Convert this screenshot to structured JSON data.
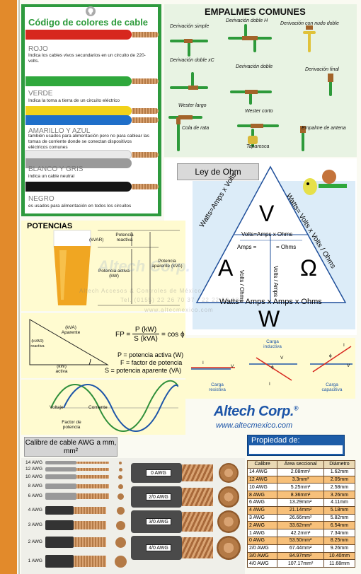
{
  "cable_colors": {
    "title": "Código de colores de cable",
    "items": [
      {
        "tag": "ROJO",
        "desc": "Indica los cables vivos secundarios en un circuito de 220-volts.",
        "color": "#d7271e"
      },
      {
        "tag": "VERDE",
        "desc": "Indica la toma a tierra de un circuito eléctrico",
        "color": "#2fa83c"
      },
      {
        "tag": "AMARILLO Y AZUL",
        "desc": "también usados para alimentación pero no para cablear las tomas de corriente donde se conectan dispositivos eléctricos comunes",
        "color": "#f2d21a",
        "color2": "#1f6fc9"
      },
      {
        "tag": "BLANCO Y GRIS",
        "desc": "indica un cable neutral",
        "color": "#e9e9e9",
        "color2": "#9a9a9a"
      },
      {
        "tag": "NEGRO",
        "desc": "es usados para alimentación en todos los circuitos",
        "color": "#151515"
      }
    ]
  },
  "empalmes": {
    "title": "EMPALMES COMUNES",
    "labels": [
      "Derivación simple",
      "Derivación doble H",
      "Derivación con nudo doble",
      "Derivación doble xC",
      "Derivación doble",
      "Derivación final",
      "Wester largo",
      "Wester corto",
      "Cola de rata",
      "Empalme de antena",
      "Taparosca"
    ]
  },
  "ohm": {
    "button": "Ley de Ohm",
    "V": "V",
    "A": "A",
    "Omega": "Ω",
    "W": "W",
    "volts_eq": "Volts=Amps x Ohms",
    "amps_eq": "Amps =",
    "ohms_eq": "= Ohms",
    "volts_ohms": "Volts / Ohms",
    "volts_amps": "Volts / Amps",
    "left_side": "Watts=Amps x Volts",
    "right_side": "Watts= Volts x Volts / Ohms",
    "bottom": "Watts= Amps x Amps x Ohms"
  },
  "potencias": {
    "title": "POTENCIAS",
    "kvar": "(kVAR)",
    "reactiva": "Potencia reactiva",
    "activa": "Potencia activa (kW)",
    "aparente": "Potencia aparente (kVA)"
  },
  "fp": {
    "kva": "(kVA) Aparente",
    "kvar": "(kVAR) reactiva",
    "kw": "(kW) activa",
    "fp_label": "FP =",
    "fp_num": "P (kW)",
    "fp_den": "S (kVA)",
    "fp_tail": "= cos ϕ",
    "p_def": "P = potencia activa (W)",
    "f_def": "F = factor de potencia",
    "s_def": "S = potencia aparente (VA)"
  },
  "wave": {
    "voltaje": "Voltaje",
    "corriente": "Corriente",
    "factor": "Factor de potencia"
  },
  "phasor": {
    "resistiva": "Carga resistiva",
    "inductiva": "Carga inductiva",
    "capacitiva": "Carga capacitiva",
    "I": "I",
    "V": "V",
    "phi": "ϕ"
  },
  "brand": {
    "logo": "Altech Corp.",
    "reg": "®",
    "url": "www.altecmexico.com"
  },
  "watermark": {
    "big": "Altech Corp.",
    "sub": "Altech Accesos & Controles de México",
    "phone": "Tel. (0155) 22 26 70 37 / 22 22 58 18",
    "site": "www.altecmexico.com"
  },
  "propiedad": {
    "label": "Propiedad de:"
  },
  "calibre": {
    "title": "Calibre de cable AWG a mm, mm²",
    "small_labels": [
      "14 AWG",
      "12 AWG",
      "10 AWG",
      "8 AWG",
      "6 AWG",
      "4 AWG",
      "3 AWG",
      "2 AWG",
      "1 AWG"
    ],
    "big_labels": [
      "0 AWG",
      "2/0 AWG",
      "3/0 AWG",
      "4/0 AWG"
    ]
  },
  "table": {
    "headers": [
      "Calibre",
      "Área seccional",
      "Diámetro"
    ],
    "rows": [
      [
        "14 AWG",
        "2.08mm²",
        "1.62mm"
      ],
      [
        "12 AWG",
        "3.3mm²",
        "2.05mm"
      ],
      [
        "10 AWG",
        "5.25mm²",
        "2.58mm"
      ],
      [
        "8 AWG",
        "8.36mm²",
        "3.26mm"
      ],
      [
        "6 AWG",
        "13.29mm²",
        "4.11mm"
      ],
      [
        "4 AWG",
        "21.14mm²",
        "5.18mm"
      ],
      [
        "3 AWG",
        "26.66mm²",
        "5.82mm"
      ],
      [
        "2 AWG",
        "33.62mm²",
        "6.54mm"
      ],
      [
        "1 AWG",
        "42.2mm²",
        "7.34mm"
      ],
      [
        "0 AWG",
        "53.50mm²",
        "8.25mm"
      ],
      [
        "2/0 AWG",
        "67.44mm²",
        "9.26mm"
      ],
      [
        "3/0 AWG",
        "84.97mm²",
        "10.40mm"
      ],
      [
        "4/0 AWG",
        "107.17mm²",
        "11.68mm"
      ]
    ]
  }
}
